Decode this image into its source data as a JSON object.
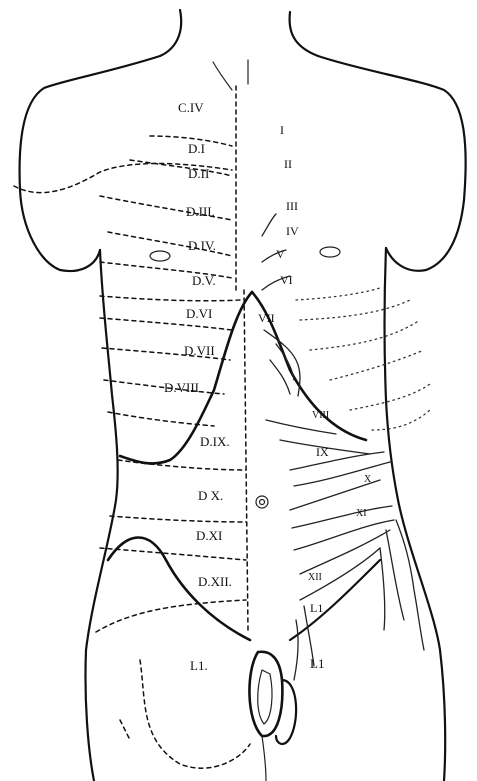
{
  "dermatome_labels": [
    "C.IV",
    "D.I",
    "D.II",
    "D.III.",
    "D.IV.",
    "D.V.",
    "D.VI",
    "D.VII",
    "D.VIII",
    "D.IX.",
    "D X.",
    "D.XI",
    "D.XII.",
    "L1.",
    "L1"
  ],
  "nerve_labels": [
    "I",
    "II",
    "III",
    "IV",
    "V",
    "VI",
    "VII",
    "VIII",
    "IX",
    "X",
    "XI",
    "XII",
    "L1"
  ]
}
